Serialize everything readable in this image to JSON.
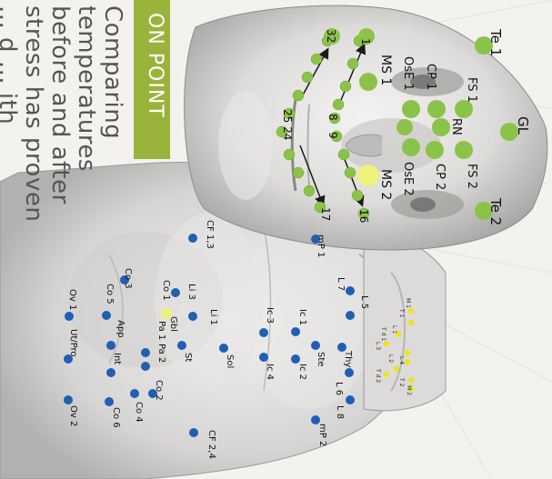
{
  "sidebar": {
    "heading": "ON POINT",
    "body_lines": [
      "Comparing",
      "temperatures",
      "before and after",
      "stress has proven",
      "... d ... ith"
    ]
  },
  "face_points": [
    {
      "label": "1"
    },
    {
      "label": "32"
    },
    {
      "label": "Te 1"
    },
    {
      "label": "MS 1"
    },
    {
      "label": "OsE 1"
    },
    {
      "label": "CP 1"
    },
    {
      "label": "FS 1"
    },
    {
      "label": "RN"
    },
    {
      "label": "GL"
    },
    {
      "label": "FS 2"
    },
    {
      "label": "CP 2"
    },
    {
      "label": "OsE 2"
    },
    {
      "label": "MS 2"
    },
    {
      "label": "Te 2"
    },
    {
      "label": "25 24"
    },
    {
      "label": "8"
    },
    {
      "label": "9"
    },
    {
      "label": "17"
    },
    {
      "label": "16"
    }
  ],
  "body_points": [
    {
      "label": "CF 1,3"
    },
    {
      "label": "mP 1"
    },
    {
      "label": "L 7"
    },
    {
      "label": "L 5"
    },
    {
      "label": "Co 3"
    },
    {
      "label": "Co 1"
    },
    {
      "label": "Co 5"
    },
    {
      "label": "Li 3"
    },
    {
      "label": "Li 1"
    },
    {
      "label": "Gbl"
    },
    {
      "label": "Ov 1"
    },
    {
      "label": "App"
    },
    {
      "label": "Pa 1"
    },
    {
      "label": "Pa 2"
    },
    {
      "label": "Ic 3"
    },
    {
      "label": "Ic 1"
    },
    {
      "label": "Ic 4"
    },
    {
      "label": "Ic 2"
    },
    {
      "label": "Ste"
    },
    {
      "label": "Thy"
    },
    {
      "label": "L 6"
    },
    {
      "label": "L 8"
    },
    {
      "label": "mP 2"
    },
    {
      "label": "Sol"
    },
    {
      "label": "St"
    },
    {
      "label": "Int"
    },
    {
      "label": "Ut/Pro"
    },
    {
      "label": "Co 2"
    },
    {
      "label": "Co 4"
    },
    {
      "label": "Co 6"
    },
    {
      "label": "Ov 2"
    },
    {
      "label": "CF 2,4"
    }
  ],
  "neck_labels": [
    "M 1",
    "T 1",
    "L 1",
    "T d 1",
    "L 3",
    "L 4",
    "L 2",
    "T d 2",
    "T 2",
    "M 2"
  ],
  "colors": {
    "face_point": "#8bc34a",
    "face_point_highlight": "#ecf27a",
    "body_point": "#1f5fb4",
    "neck_point": "#f1e600",
    "accent_green": "#9ab33a",
    "text": "#555555"
  }
}
